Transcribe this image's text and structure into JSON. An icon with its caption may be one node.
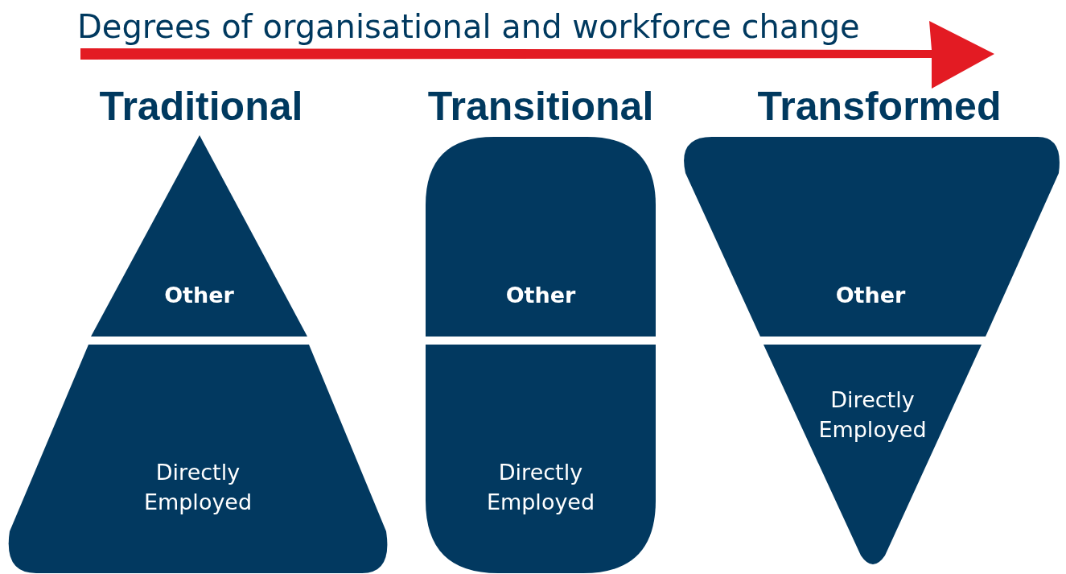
{
  "diagram": {
    "title": "Degrees of organisational and workforce change",
    "nodes": [
      {
        "text": [
          "Traditional"
        ]
      },
      {
        "text": [
          "Other"
        ],
        "in": 0
      },
      {
        "text": [
          "Directly Employed"
        ],
        "in": 0
      },
      {
        "text": [
          "Transitional"
        ]
      },
      {
        "text": [
          "Other"
        ],
        "in": 3
      },
      {
        "text": [
          "Directly Employed"
        ],
        "in": 3
      },
      {
        "text": [
          "Transformed"
        ]
      },
      {
        "text": [
          "Other"
        ],
        "in": 6
      },
      {
        "text": [
          "Directly Employed"
        ],
        "in": 6
      }
    ],
    "edges": []
  }
}
